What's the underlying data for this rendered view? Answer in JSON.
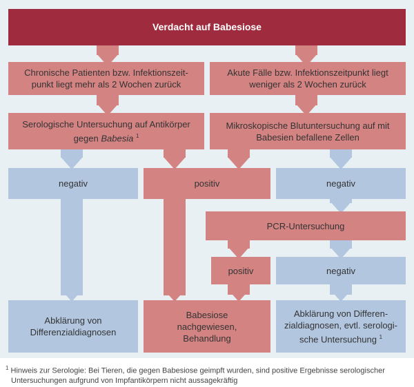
{
  "header": {
    "title": "Verdacht auf Babesiose"
  },
  "left_branch": {
    "case": "Chronische Patienten bzw. Infektionszeit-punkt liegt mehr als 2 Wochen zurück",
    "case_line1": "Chronische Patienten bzw. Infektionszeit-",
    "case_line2": "punkt liegt mehr als 2 Wochen zurück",
    "test_line1": "Serologische Untersuchung auf Antikörper",
    "test_line2_pre": "gegen ",
    "test_line2_italic": "Babesia",
    "footnote_mark": "1"
  },
  "right_branch": {
    "case_line1": "Akute Fälle bzw. Infektionszeitpunkt liegt",
    "case_line2": "weniger als 2 Wochen zurück",
    "test_line1": "Mikroskopische Blutuntersuchung auf mit",
    "test_line2": "Babesien befallene Zellen"
  },
  "results": {
    "negative_left": "negativ",
    "positive_center": "positiv",
    "negative_right": "negativ",
    "pcr": "PCR-Untersuchung",
    "pcr_positive": "positiv",
    "pcr_negative": "negativ"
  },
  "outcomes": {
    "left_line1": "Abklärung von",
    "left_line2": "Differenzialdiagnosen",
    "center_line1": "Babesiose",
    "center_line2": "nachgewiesen,",
    "center_line3": "Behandlung",
    "right_line1": "Abklärung von Differen-",
    "right_line2": "zialdiagnosen, evtl. serologi-",
    "right_line3": "sche Untersuchung",
    "right_mark": "1"
  },
  "footnote": {
    "mark": "1",
    "text_line1": "Hinweis zur Serologie: Bei Tieren, die gegen Babesiose geimpft wurden, sind positive Ergebnisse serologischer",
    "text_line2": "Untersuchungen aufgrund von Impfantikörpern nicht aussagekräftig"
  },
  "colors": {
    "header": "#9f2c3e",
    "positive_path": "#d48383",
    "negative_path": "#b2c6e0",
    "background": "#e8f0f3"
  }
}
